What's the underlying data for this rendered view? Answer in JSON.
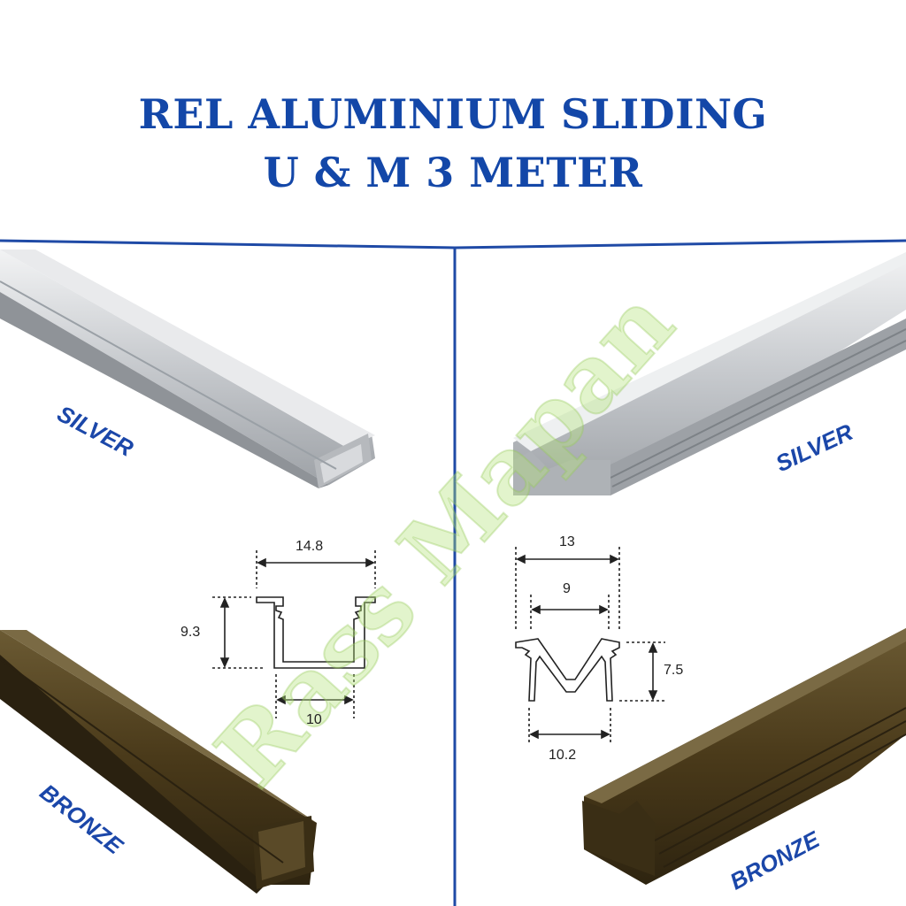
{
  "title": {
    "line1": "REL ALUMINIUM SLIDING",
    "line2": "U & M 3 METER"
  },
  "colors": {
    "title": "#1347a8",
    "divider": "#1f4aa6",
    "silver": "#c9ccd0",
    "bronze": "#4a3a1a"
  },
  "left_panel": {
    "profile": "U",
    "silver_label": "SILVER",
    "bronze_label": "BRONZE",
    "dimensions": {
      "top_width": "14.8",
      "height": "9.3",
      "inner_width": "10"
    }
  },
  "right_panel": {
    "profile": "M",
    "silver_label": "SILVER",
    "bronze_label": "BRONZE",
    "dimensions": {
      "outer_width": "13",
      "inner_width": "9",
      "height": "7.5",
      "bottom_width": "10.2"
    }
  },
  "watermark": "Rass Mapan"
}
